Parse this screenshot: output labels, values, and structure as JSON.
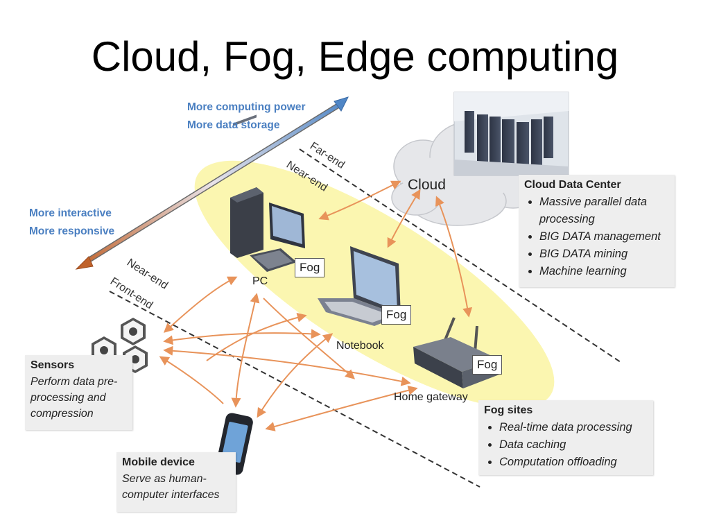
{
  "slide": {
    "title": "Cloud, Fog, Edge computing"
  },
  "arrow": {
    "top_line1": "More computing power",
    "top_line2": "More data storage",
    "bottom_line1": "More interactive",
    "bottom_line2": "More responsive"
  },
  "boundaries": {
    "far_end": "Far-end",
    "near_end_upper": "Near-end",
    "near_end_lower": "Near-end",
    "front_end": "Front-end"
  },
  "nodes": {
    "cloud": "Cloud",
    "pc": "PC",
    "notebook": "Notebook",
    "home_gateway": "Home gateway",
    "fog_label": "Fog"
  },
  "cloud_data_center": {
    "heading": "Cloud Data Center",
    "items": [
      "Massive parallel data processing",
      "BIG DATA management",
      "BIG DATA mining",
      "Machine learning"
    ]
  },
  "sensors": {
    "heading": "Sensors",
    "lines": [
      "Perform data pre-",
      "processing and",
      "compression"
    ]
  },
  "mobile_device": {
    "heading": "Mobile device",
    "lines": [
      "Serve as human-",
      "computer interfaces"
    ]
  },
  "fog_sites": {
    "heading": "Fog sites",
    "items": [
      "Real-time data processing",
      "Data caching",
      "Computation offloading"
    ]
  },
  "colors": {
    "arrow_blue": "#4f86c6",
    "arrow_orange": "#c0622a",
    "fog_ellipse": "#fbf6b0",
    "flow_arrow": "#e8935a",
    "text_blue": "#4a7fc1"
  }
}
